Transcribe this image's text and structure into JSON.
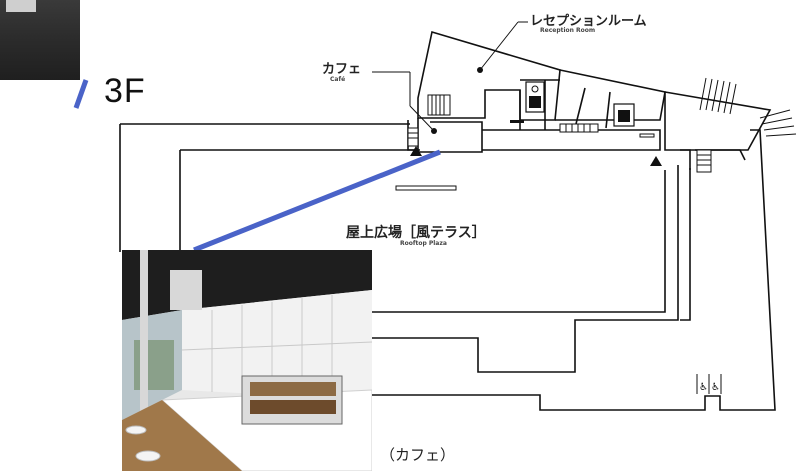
{
  "floor_label": "3F",
  "rooms": {
    "reception": {
      "name_jp": "レセプションルーム",
      "name_en": "Reception Room"
    },
    "cafe": {
      "name_jp": "カフェ",
      "name_en": "Café"
    },
    "plaza": {
      "name_jp": "屋上広場［風テラス］",
      "name_en": "Rooftop Plaza"
    }
  },
  "photo_caption": "（カフェ）",
  "colors": {
    "connector": "#4a63c8",
    "wall": "#111111",
    "paper": "#ffffff"
  },
  "icons": [
    "elevator-icon",
    "restroom-icon",
    "wheelchair-icon",
    "stairs-icon",
    "entrance-arrow-icon"
  ]
}
